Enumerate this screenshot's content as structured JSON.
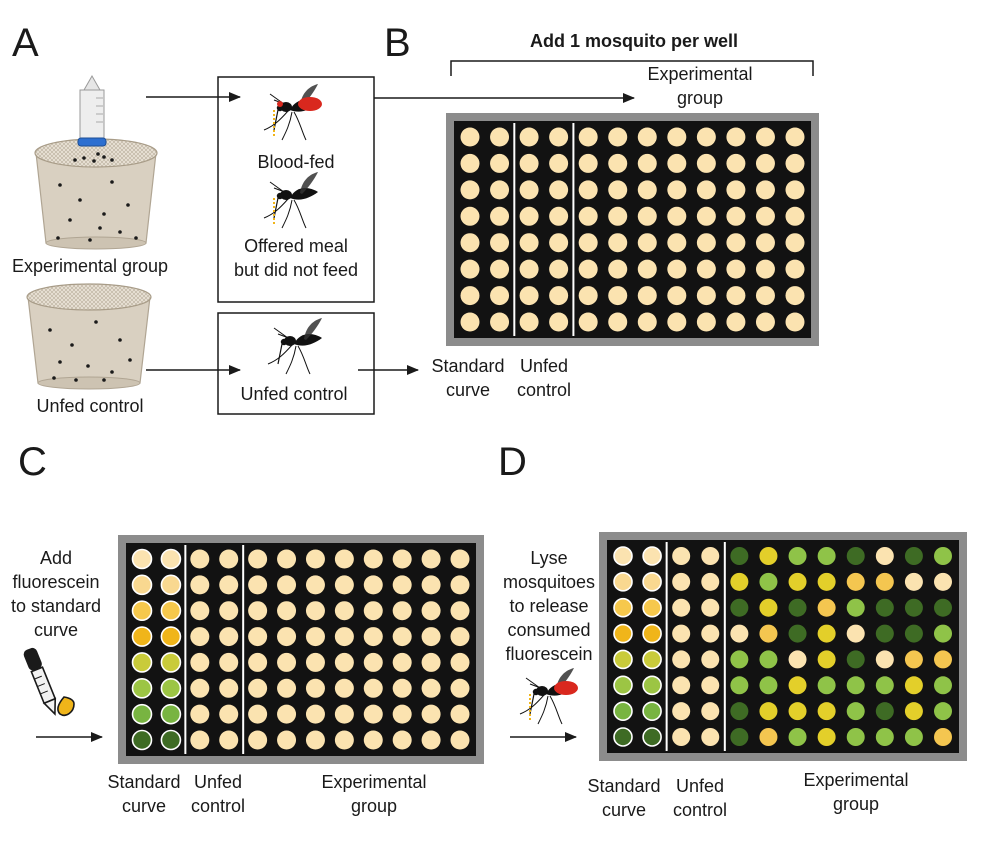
{
  "panels": {
    "a": "A",
    "b": "B",
    "c": "C",
    "d": "D"
  },
  "panel_a": {
    "experimental_group": "Experimental group",
    "unfed_control": "Unfed control",
    "blood_fed": "Blood-fed",
    "offered_line1": "Offered meal",
    "offered_line2": "but did not feed",
    "unfed_control_box": "Unfed control"
  },
  "panel_b": {
    "title": "Add 1 mosquito per well",
    "experimental_line1": "Experimental",
    "experimental_line2": "group",
    "standard_line1": "Standard",
    "standard_line2": "curve",
    "unfed_line1": "Unfed",
    "unfed_line2": "control"
  },
  "panel_c": {
    "add_line1": "Add",
    "add_line2": "fluorescein",
    "add_line3": "to standard",
    "add_line4": "curve",
    "standard_line1": "Standard",
    "standard_line2": "curve",
    "unfed_line1": "Unfed",
    "unfed_line2": "control",
    "experimental_line1": "Experimental",
    "experimental_line2": "group"
  },
  "panel_d": {
    "lyse_line1": "Lyse",
    "lyse_line2": "mosquitoes",
    "lyse_line3": "to release",
    "lyse_line4": "consumed",
    "lyse_line5": "fluorescein",
    "standard_line1": "Standard",
    "standard_line2": "curve",
    "unfed_line1": "Unfed",
    "unfed_line2": "control",
    "experimental_line1": "Experimental",
    "experimental_line2": "group"
  },
  "colors": {
    "plate_border": "#8c8c8c",
    "plate_bg": "#121212",
    "well_empty": "#fbe3b0",
    "std_gradient": [
      "#fbe3b0",
      "#f9d890",
      "#f6c84c",
      "#f0b51a",
      "#c9cb3a",
      "#9cc544",
      "#78b441",
      "#3e6b24"
    ],
    "dark_green": "#3e6b24",
    "mid_green": "#8fc348",
    "yellow": "#e3cf2a",
    "gold": "#f4c650",
    "pale": "#fbe3b0",
    "blood_red": "#d9281e"
  },
  "plate_d_experimental": [
    [
      "dark_green",
      "yellow",
      "dark_green",
      "pale",
      "mid_green",
      "mid_green",
      "dark_green",
      "dark_green"
    ],
    [
      "yellow",
      "mid_green",
      "yellow",
      "gold",
      "mid_green",
      "mid_green",
      "yellow",
      "gold"
    ],
    [
      "mid_green",
      "yellow",
      "dark_green",
      "dark_green",
      "pale",
      "yellow",
      "yellow",
      "mid_green"
    ],
    [
      "mid_green",
      "yellow",
      "gold",
      "yellow",
      "yellow",
      "mid_green",
      "yellow",
      "yellow"
    ],
    [
      "dark_green",
      "gold",
      "mid_green",
      "pale",
      "dark_green",
      "mid_green",
      "mid_green",
      "mid_green"
    ],
    [
      "pale",
      "gold",
      "dark_green",
      "dark_green",
      "pale",
      "mid_green",
      "dark_green",
      "mid_green"
    ],
    [
      "dark_green",
      "pale",
      "dark_green",
      "dark_green",
      "gold",
      "yellow",
      "yellow",
      "mid_green"
    ],
    [
      "mid_green",
      "pale",
      "dark_green",
      "mid_green",
      "gold",
      "mid_green",
      "mid_green",
      "gold"
    ]
  ]
}
